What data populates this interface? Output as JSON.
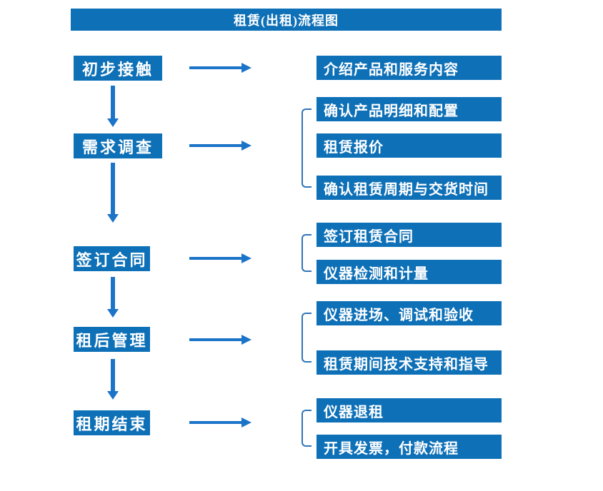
{
  "title": "租赁(出租)流程图",
  "colors": {
    "box": "#0e70b7",
    "arrow": "#1b74c8",
    "bracket": "#2e75b6",
    "text": "#ffffff"
  },
  "steps": [
    {
      "label": "初步接触",
      "details": [
        "介绍产品和服务内容"
      ]
    },
    {
      "label": "需求调查",
      "details": [
        "确认产品明细和配置",
        "租赁报价",
        "确认租赁周期与交货时间"
      ]
    },
    {
      "label": "签订合同",
      "details": [
        "签订租赁合同",
        "仪器检测和计量"
      ]
    },
    {
      "label": "租后管理",
      "details": [
        "仪器进场、调试和验收",
        "租赁期间技术支持和指导"
      ]
    },
    {
      "label": "租期结束",
      "details": [
        "仪器退租",
        "开具发票，付款流程"
      ]
    }
  ]
}
